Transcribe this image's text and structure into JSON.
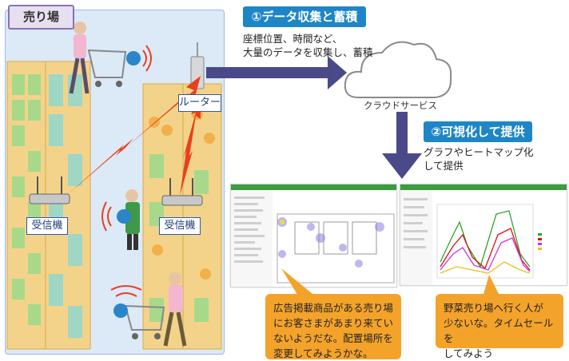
{
  "store": {
    "title": "売り場",
    "router_label": "ルーター",
    "receiver_left_label": "受信機",
    "receiver_right_label": "受信機"
  },
  "step1": {
    "badge": "①データ収集と蓄積",
    "caption": "座標位置、時間など、\n大量のデータを収集し、蓄積"
  },
  "cloud": {
    "label": "クラウドサービス"
  },
  "step2": {
    "badge": "②可視化して提供",
    "caption": "グラフやヒートマップ化\nして提供"
  },
  "callout_left": "広告掲載商品がある売り場\nにお客さまがあまり来てい\nないようだな。配置場所を\n変更してみようかな。",
  "callout_right": "野菜売り場へ行く人が\n少ないな。タイムセールを\nしてみよう",
  "colors": {
    "arrow": "#4a4a8a",
    "badge": "#1e86c6",
    "callout": "#f4a32a",
    "signal": "#e8401c",
    "screenshot_bar": "#3d9b3d"
  }
}
